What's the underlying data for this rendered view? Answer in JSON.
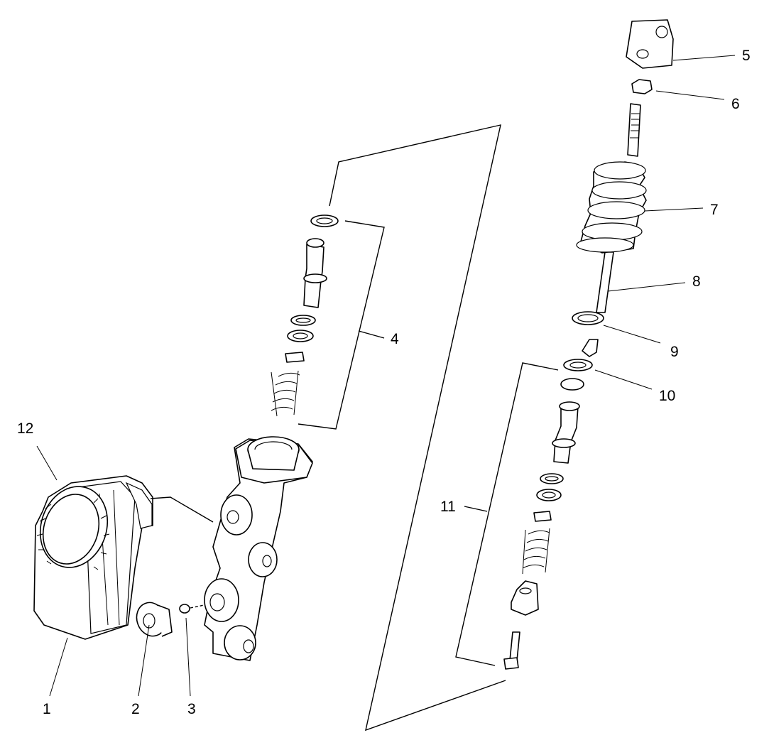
{
  "callouts": [
    "1",
    "2",
    "3",
    "4",
    "5",
    "6",
    "7",
    "8",
    "9",
    "10",
    "11",
    "12"
  ]
}
